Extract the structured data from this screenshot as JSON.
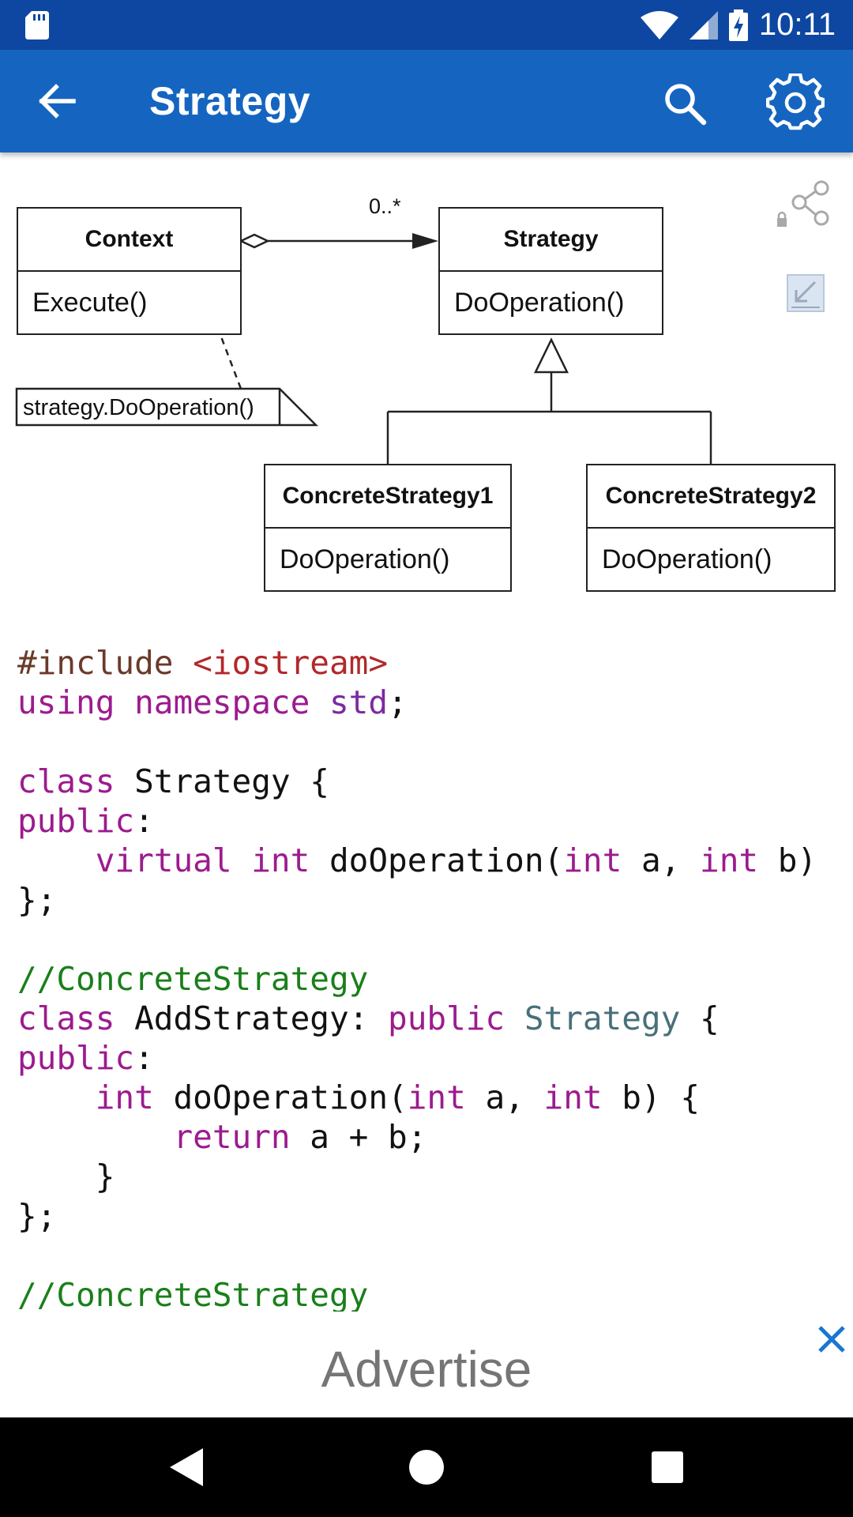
{
  "status_bar": {
    "time": "10:11"
  },
  "toolbar": {
    "title": "Strategy"
  },
  "diagram": {
    "multiplicity": "0..*",
    "context": {
      "name": "Context",
      "method": "Execute()"
    },
    "strategy": {
      "name": "Strategy",
      "method": "DoOperation()"
    },
    "concrete1": {
      "name": "ConcreteStrategy1",
      "method": "DoOperation()"
    },
    "concrete2": {
      "name": "ConcreteStrategy2",
      "method": "DoOperation()"
    },
    "note": "strategy.DoOperation()"
  },
  "code": {
    "include": "#include",
    "header": "<iostream>",
    "using": "using",
    "namespace": "namespace",
    "std": "std",
    "semi": ";",
    "class": "class",
    "strategy_name": "Strategy",
    "open_brace": "{",
    "public": "public",
    "colon": ":",
    "virtual": "virtual",
    "int": "int",
    "do_operation": "doOperation(",
    "param_a": "a,",
    "param_b_close": "b)",
    "close_struct": "};",
    "comment": "//ConcreteStrategy",
    "add_strategy": "AddStrategy:",
    "base_type": "Strategy",
    "param_b_open": "b) {",
    "return": "return",
    "expr": "a + b;",
    "close_brace": "}"
  },
  "ad": {
    "text": "Advertise"
  },
  "icons": {
    "back": "arrow-left",
    "search": "magnifier",
    "settings": "gear",
    "share": "share-locked",
    "collapse": "arrow-down-left",
    "ad_close": "x"
  },
  "colors": {
    "status_bar": "#0d47a1",
    "toolbar": "#1565c0",
    "keyword": "#9c1b8e",
    "comment": "#1a7f1a",
    "string": "#b2282a",
    "type": "#47707a"
  }
}
